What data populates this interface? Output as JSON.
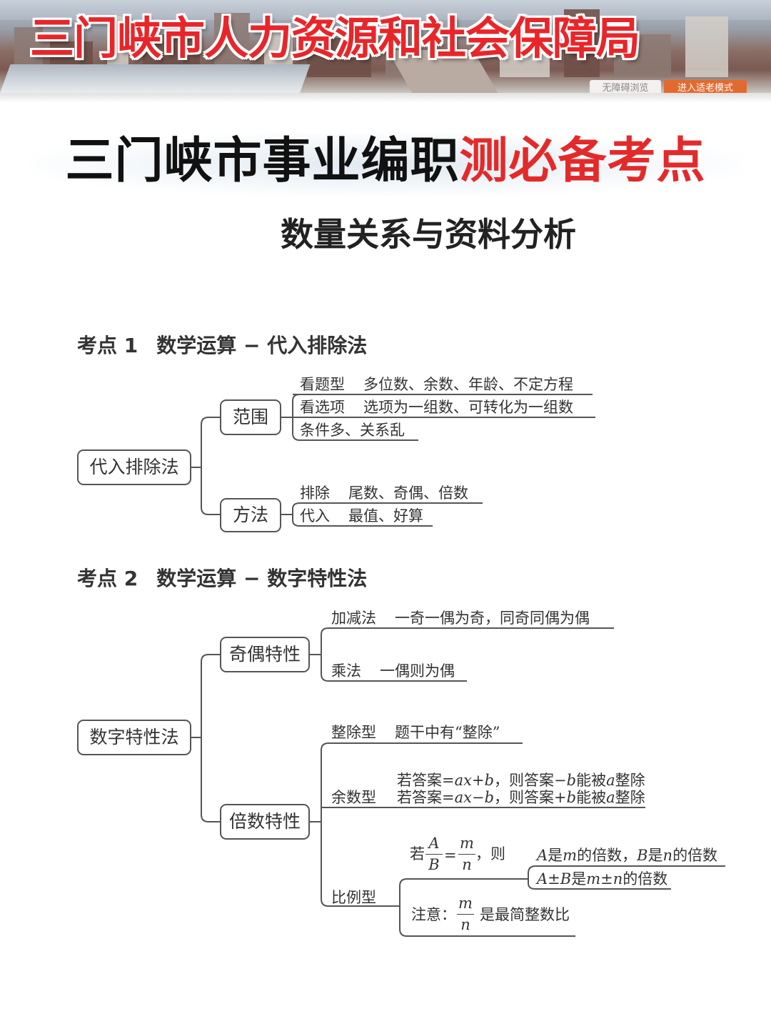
{
  "banner": {
    "title": "三门峡市人力资源和社会保障局",
    "buttons": [
      "无障碍浏览",
      "进入适老模式"
    ]
  },
  "heading": {
    "main_black": "三门峡市事业编职",
    "main_red": "测必备考点",
    "subtitle": "数量关系与资料分析"
  },
  "section1": {
    "num": "考点 1",
    "title": "数学运算 − 代入排除法",
    "root": "代入排除法",
    "branches": [
      {
        "label": "范围",
        "items": [
          {
            "key": "看题型",
            "value": "多位数、余数、年龄、不定方程"
          },
          {
            "key": "看选项",
            "value": "选项为一组数、可转化为一组数"
          },
          {
            "key": "条件多、关系乱",
            "value": ""
          }
        ]
      },
      {
        "label": "方法",
        "items": [
          {
            "key": "排除",
            "value": "尾数、奇偶、倍数"
          },
          {
            "key": "代入",
            "value": "最值、好算"
          }
        ]
      }
    ]
  },
  "section2": {
    "num": "考点 2",
    "title": "数学运算 − 数字特性法",
    "root": "数字特性法",
    "parity": {
      "label": "奇偶特性",
      "items": [
        {
          "key": "加减法",
          "value": "一奇一偶为奇，同奇同偶为偶"
        },
        {
          "key": "乘法",
          "value": "一偶则为偶"
        }
      ]
    },
    "multiple": {
      "label": "倍数特性",
      "divisible": {
        "key": "整除型",
        "value": "题干中有“整除”"
      },
      "remainder": {
        "key": "余数型",
        "line1": {
          "a": "若答案=",
          "b": "ax",
          "c": "+",
          "d": "b",
          "e": "，则答案−",
          "f": "b",
          "g": "能被",
          "h": "a",
          "i": "整除"
        },
        "line2": {
          "a": "若答案=",
          "b": "ax",
          "c": "−",
          "d": "b",
          "e": "，则答案+",
          "f": "b",
          "g": "能被",
          "h": "a",
          "i": "整除"
        }
      },
      "ratio": {
        "key": "比例型",
        "if_word": "若",
        "frac1_num": "A",
        "frac1_den": "B",
        "equals": "=",
        "frac2_num": "m",
        "frac2_den": "n",
        "then_word": "，则",
        "result1": {
          "a": "A",
          "b": "是",
          "c": "m",
          "d": "的倍数，",
          "e": "B",
          "f": "是",
          "g": "n",
          "h": "的倍数"
        },
        "result2": {
          "a": "A",
          "b": "±",
          "c": "B",
          "d": "是",
          "e": "m",
          "f": "±",
          "g": "n",
          "h": "的倍数"
        },
        "note_label": "注意：",
        "note_num": "m",
        "note_den": "n",
        "note_text": "是最简整数比"
      }
    }
  }
}
